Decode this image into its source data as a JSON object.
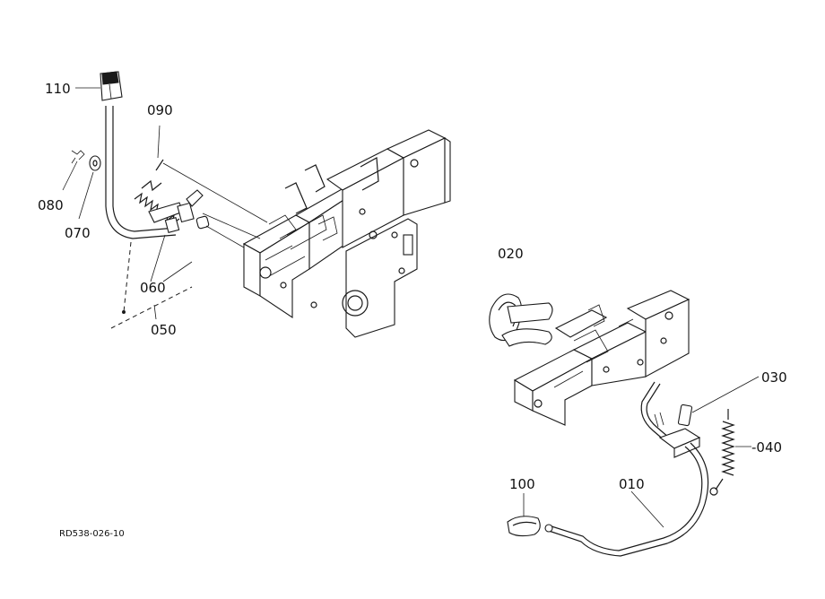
{
  "diagram": {
    "drawing_code": "RD538-026-10",
    "callouts": [
      {
        "id": "c110",
        "text": "110"
      },
      {
        "id": "c090",
        "text": "090"
      },
      {
        "id": "c080",
        "text": "080"
      },
      {
        "id": "c070",
        "text": "070"
      },
      {
        "id": "c060",
        "text": "060"
      },
      {
        "id": "c050",
        "text": "050"
      },
      {
        "id": "c020",
        "text": "020"
      },
      {
        "id": "c030",
        "text": "030"
      },
      {
        "id": "c040",
        "text": "-040"
      },
      {
        "id": "c100",
        "text": "100"
      },
      {
        "id": "c010",
        "text": "010"
      }
    ]
  }
}
